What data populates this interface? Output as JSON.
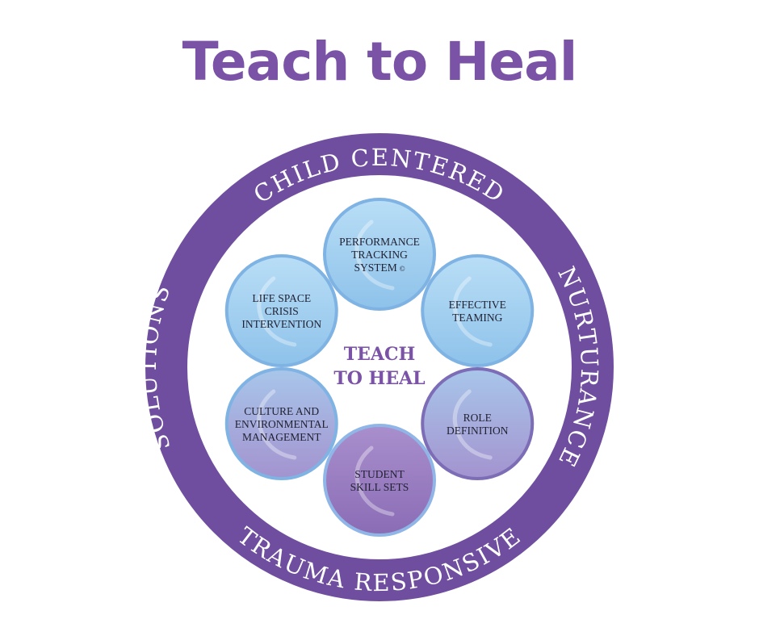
{
  "title": "Teach to Heal",
  "ring": {
    "top": "CHILD CENTERED",
    "right": "NURTURANCE",
    "bottom": "TRAUMA RESPONSIVE",
    "left": "SOLUTIONS"
  },
  "center": {
    "line1": "TEACH",
    "line2": "TO HEAL"
  },
  "components": [
    {
      "lines": [
        "PERFORMANCE",
        "TRACKING",
        "SYSTEM"
      ],
      "mark": "©"
    },
    {
      "lines": [
        "EFFECTIVE",
        "TEAMING"
      ]
    },
    {
      "lines": [
        "ROLE",
        "DEFINITION"
      ]
    },
    {
      "lines": [
        "STUDENT",
        "SKILL SETS"
      ]
    },
    {
      "lines": [
        "CULTURE AND",
        "ENVIRONMENTAL",
        "MANAGEMENT"
      ]
    },
    {
      "lines": [
        "LIFE SPACE",
        "CRISIS",
        "INTERVENTION"
      ]
    }
  ],
  "colors": {
    "title": "#7a52a6",
    "ring": "#6f4e9f",
    "ring_text": "#ffffff",
    "center_text": "#7a52a6",
    "circle_border": "#7fb3e3",
    "circle_blue": "#9fcdef",
    "circle_purple": "#9a7fc0"
  }
}
